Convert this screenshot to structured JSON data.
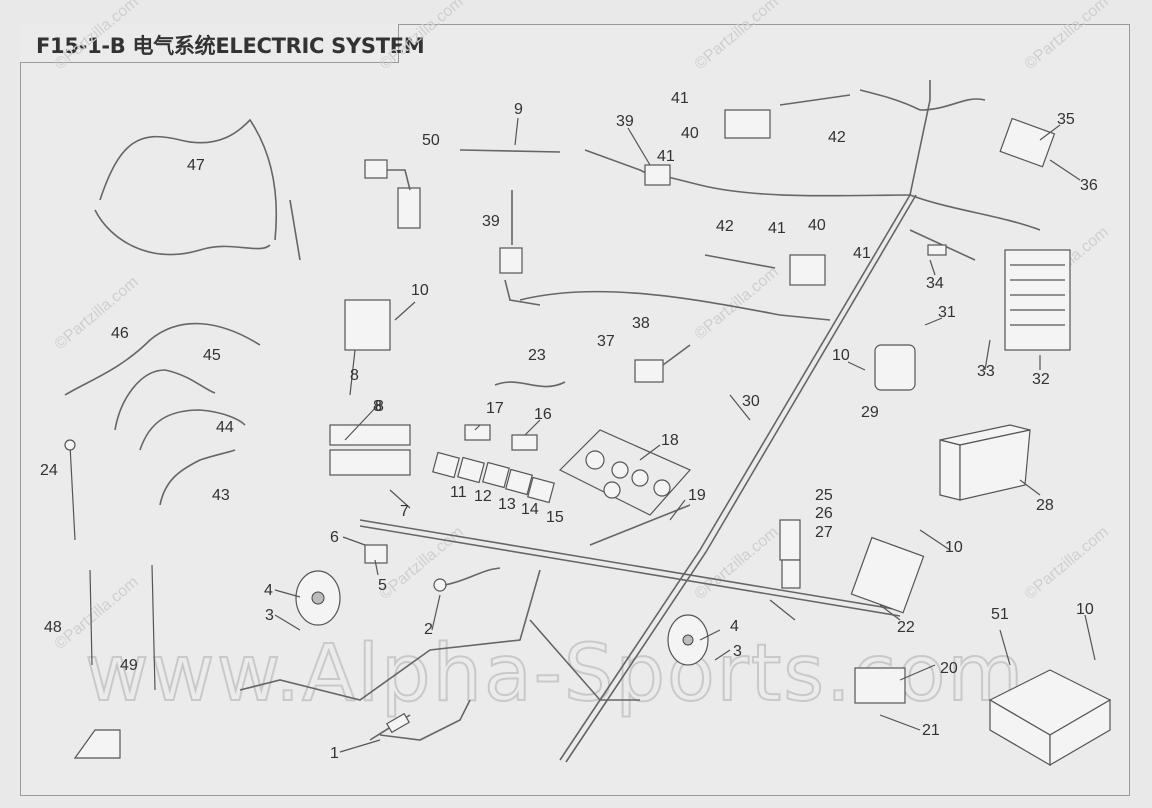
{
  "title": "F15-1-B 电气系统ELECTRIC SYSTEM",
  "watermark_small": "©Partzilla.com",
  "watermark_big": "www.Alpha-Sports.com",
  "callouts": [
    "1",
    "2",
    "3",
    "3",
    "4",
    "4",
    "5",
    "6",
    "7",
    "8",
    "8",
    "8",
    "9",
    "10",
    "10",
    "10",
    "10",
    "11",
    "12",
    "13",
    "14",
    "15",
    "16",
    "17",
    "18",
    "19",
    "20",
    "21",
    "22",
    "23",
    "24",
    "25",
    "26",
    "27",
    "28",
    "29",
    "30",
    "31",
    "32",
    "33",
    "34",
    "35",
    "36",
    "37",
    "38",
    "39",
    "39",
    "40",
    "40",
    "41",
    "41",
    "41",
    "41",
    "42",
    "42",
    "43",
    "44",
    "45",
    "46",
    "47",
    "48",
    "49",
    "50",
    "51"
  ]
}
